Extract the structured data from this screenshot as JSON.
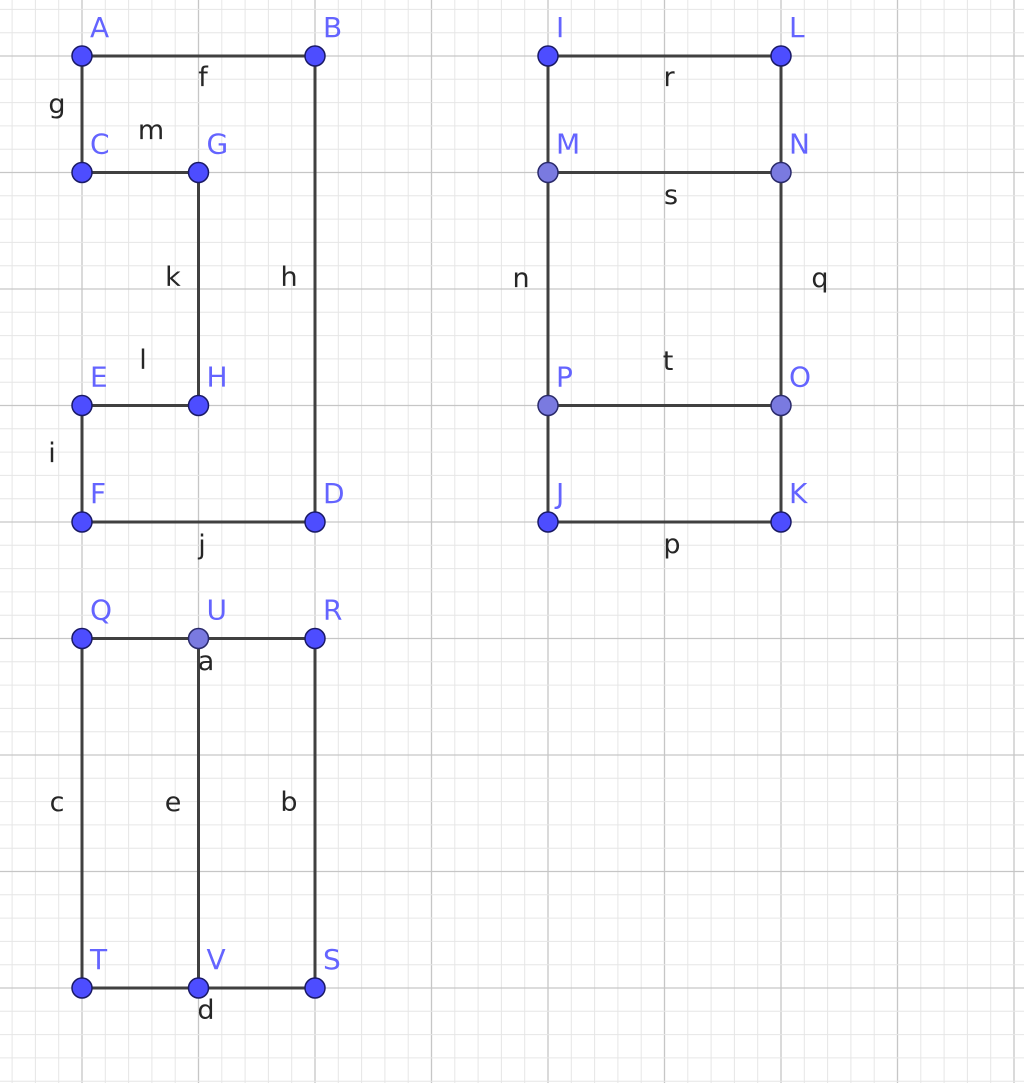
{
  "colors": {
    "point_free": "#4d4dff",
    "point_dependent": "#7a7ae0",
    "point_label": "#6464ff",
    "segment": "#404040",
    "segment_label": "#262626",
    "grid_major": "#c6c6c6",
    "grid_minor": "#e6e6e6"
  },
  "points": [
    {
      "name": "A",
      "x": 0,
      "y": 8,
      "dependent": false
    },
    {
      "name": "B",
      "x": 2,
      "y": 8,
      "dependent": false
    },
    {
      "name": "C",
      "x": 0,
      "y": 7,
      "dependent": false
    },
    {
      "name": "G",
      "x": 1,
      "y": 7,
      "dependent": false
    },
    {
      "name": "E",
      "x": 0,
      "y": 5,
      "dependent": false
    },
    {
      "name": "H",
      "x": 1,
      "y": 5,
      "dependent": false
    },
    {
      "name": "F",
      "x": 0,
      "y": 4,
      "dependent": false
    },
    {
      "name": "D",
      "x": 2,
      "y": 4,
      "dependent": false
    },
    {
      "name": "I",
      "x": 4,
      "y": 8,
      "dependent": false
    },
    {
      "name": "L",
      "x": 6,
      "y": 8,
      "dependent": false
    },
    {
      "name": "M",
      "x": 4,
      "y": 7,
      "dependent": true
    },
    {
      "name": "N",
      "x": 6,
      "y": 7,
      "dependent": true
    },
    {
      "name": "P",
      "x": 4,
      "y": 5,
      "dependent": true
    },
    {
      "name": "O",
      "x": 6,
      "y": 5,
      "dependent": true
    },
    {
      "name": "J",
      "x": 4,
      "y": 4,
      "dependent": false
    },
    {
      "name": "K",
      "x": 6,
      "y": 4,
      "dependent": false
    },
    {
      "name": "Q",
      "x": 0,
      "y": 3,
      "dependent": false
    },
    {
      "name": "U",
      "x": 1,
      "y": 3,
      "dependent": true
    },
    {
      "name": "R",
      "x": 2,
      "y": 3,
      "dependent": false
    },
    {
      "name": "T",
      "x": 0,
      "y": 0,
      "dependent": false
    },
    {
      "name": "V",
      "x": 1,
      "y": 0,
      "dependent": false
    },
    {
      "name": "S",
      "x": 2,
      "y": 0,
      "dependent": false
    }
  ],
  "segments": [
    {
      "name": "f",
      "from": "A",
      "to": "B"
    },
    {
      "name": "g",
      "from": "A",
      "to": "C"
    },
    {
      "name": "m",
      "from": "C",
      "to": "G"
    },
    {
      "name": "k",
      "from": "G",
      "to": "H"
    },
    {
      "name": "l",
      "from": "E",
      "to": "H"
    },
    {
      "name": "i",
      "from": "E",
      "to": "F"
    },
    {
      "name": "j",
      "from": "F",
      "to": "D"
    },
    {
      "name": "h",
      "from": "B",
      "to": "D"
    },
    {
      "name": "r",
      "from": "I",
      "to": "L"
    },
    {
      "name": "s",
      "from": "M",
      "to": "N"
    },
    {
      "name": "n",
      "from": "I",
      "to": "J"
    },
    {
      "name": "q",
      "from": "L",
      "to": "K"
    },
    {
      "name": "t",
      "from": "P",
      "to": "O"
    },
    {
      "name": "p",
      "from": "J",
      "to": "K"
    },
    {
      "name": "a",
      "from": "Q",
      "to": "R"
    },
    {
      "name": "c",
      "from": "Q",
      "to": "T"
    },
    {
      "name": "e",
      "from": "U",
      "to": "V"
    },
    {
      "name": "b",
      "from": "R",
      "to": "S"
    },
    {
      "name": "d",
      "from": "T",
      "to": "S"
    }
  ]
}
